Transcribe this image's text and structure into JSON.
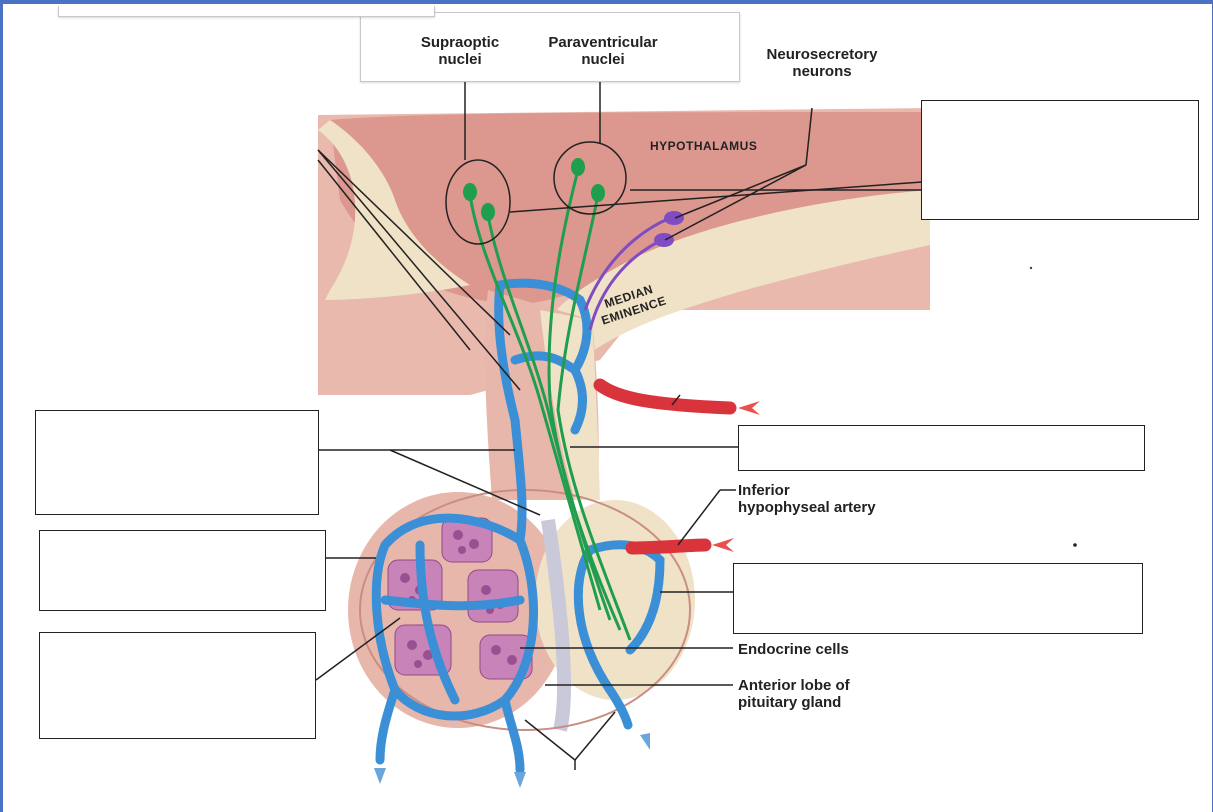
{
  "labels": {
    "supraoptic": "Supraoptic nuclei",
    "paraventricular": "Paraventricular nuclei",
    "neurosecretory": "Neurosecretory neurons",
    "hypothalamus": "HYPOTHALAMUS",
    "median_eminence": "MEDIAN EMINENCE",
    "inferior_artery": "Inferior hypophyseal artery",
    "endocrine_cells": "Endocrine cells",
    "anterior_lobe": "Anterior lobe of pituitary gland"
  },
  "label_lines": {
    "supraoptic": [
      "Supraoptic",
      "nuclei"
    ],
    "paraventricular": [
      "Paraventricular",
      "nuclei"
    ],
    "neurosecretory": [
      "Neurosecretory",
      "neurons"
    ],
    "median_eminence": [
      "MEDIAN",
      "EMINENCE"
    ],
    "inferior_artery": [
      "Inferior",
      "hypophyseal artery"
    ],
    "anterior_lobe": [
      "Anterior lobe of",
      "pituitary gland"
    ]
  },
  "blank_answer_boxes": 6,
  "colors": {
    "frame": "#4a72c4",
    "tissue": "#e6b3a8",
    "hypothalamus": "#d98f86",
    "stalk": "#f0e3c9",
    "vessel": "#3b8fd6",
    "artery": "#d9343c",
    "neuron_green": "#1f9e4e",
    "neuron_purple": "#7f4cc2",
    "endocrine": "#c980b8"
  }
}
